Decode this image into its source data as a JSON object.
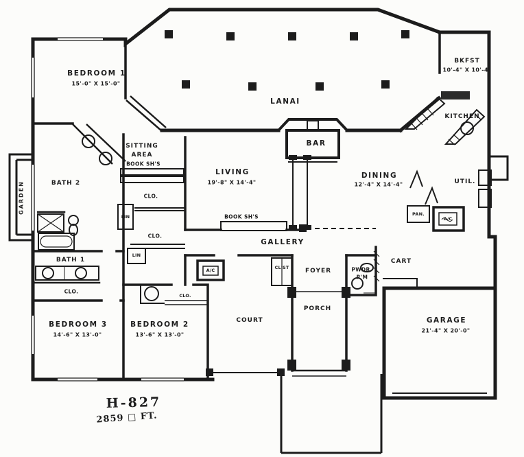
{
  "labels": {
    "bedroom1": "BEDROOM 1",
    "bedroom1_dims": "15'-0\" X 15'-0\"",
    "lanai": "LANAI",
    "bkfst": "BKFST",
    "bkfst_dims": "10'-4\" X 10'-4\"",
    "kitchen": "KITCHEN",
    "bar": "BAR",
    "sitting_line1": "SITTING",
    "sitting_line2": "AREA",
    "sitting_shelf": "BOOK SH'S",
    "garden": "GARDEN",
    "bath2": "BATH 2",
    "living": "LIVING",
    "living_dims": "19'-8\" X 14'-4\"",
    "dining": "DINING",
    "dining_dims": "12'-4\" X 14'-4\"",
    "util": "UTIL.",
    "pan": "PAN.",
    "ac_kitchen": "A/C",
    "clo_sitting_upper": "CLO.",
    "lin_upper": "LIN",
    "clo_sitting_lower": "CLO.",
    "lin_lower": "LIN",
    "book_shelf_gallery": "BOOK SH'S",
    "gallery": "GALLERY",
    "bath1": "BATH 1",
    "clo_bath1": "CLO.",
    "ac_court": "A/C",
    "clst": "CL'ST",
    "foyer": "FOYER",
    "pwdr_line1": "PWDR",
    "pwdr_line2": "R'M",
    "cart": "CART",
    "porch": "PORCH",
    "clo_bedroom2": "CLO.",
    "court": "COURT",
    "bedroom3": "BEDROOM 3",
    "bedroom3_dims": "14'-6\" X 13'-0\"",
    "bedroom2": "BEDROOM 2",
    "bedroom2_dims": "13'-6\" X 13'-0\"",
    "garage": "GARAGE",
    "garage_dims": "21'-4\" X 20'-0\"",
    "plan_number": "H-827",
    "plan_area": "2859 □ FT."
  }
}
